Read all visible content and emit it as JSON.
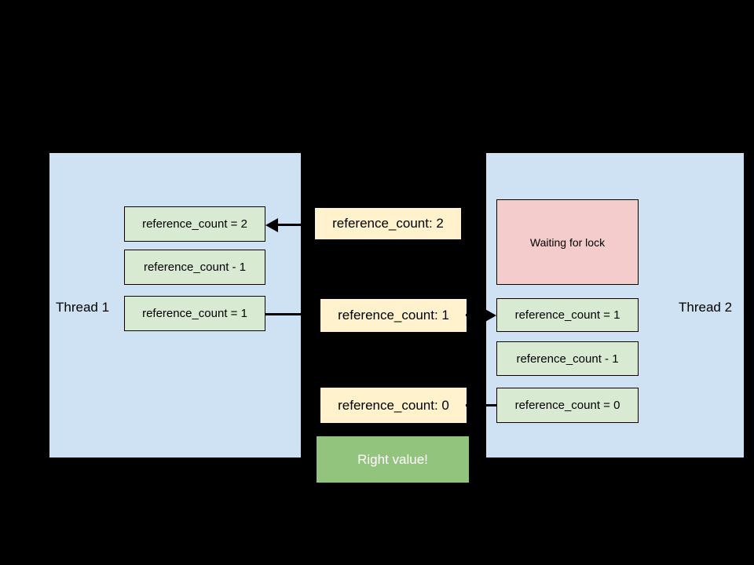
{
  "colors": {
    "background": "#000000",
    "thread_fill": "#cfe2f3",
    "step_fill": "#d9ead3",
    "shared_value_fill": "#fff2cc",
    "waiting_fill": "#f4cccc",
    "result_fill": "#93c47d",
    "connector": "#000000",
    "text": "#000000",
    "result_text": "#ffffff"
  },
  "thread1": {
    "label": "Thread 1",
    "steps": [
      "reference_count = 2",
      "reference_count - 1",
      "reference_count = 1"
    ]
  },
  "thread2": {
    "label": "Thread 2",
    "waiting_label": "Waiting for lock",
    "steps": [
      "reference_count = 1",
      "reference_count - 1",
      "reference_count = 0"
    ]
  },
  "shared_values": [
    "reference_count: 2",
    "reference_count: 1",
    "reference_count: 0"
  ],
  "result_label": "Right value!"
}
